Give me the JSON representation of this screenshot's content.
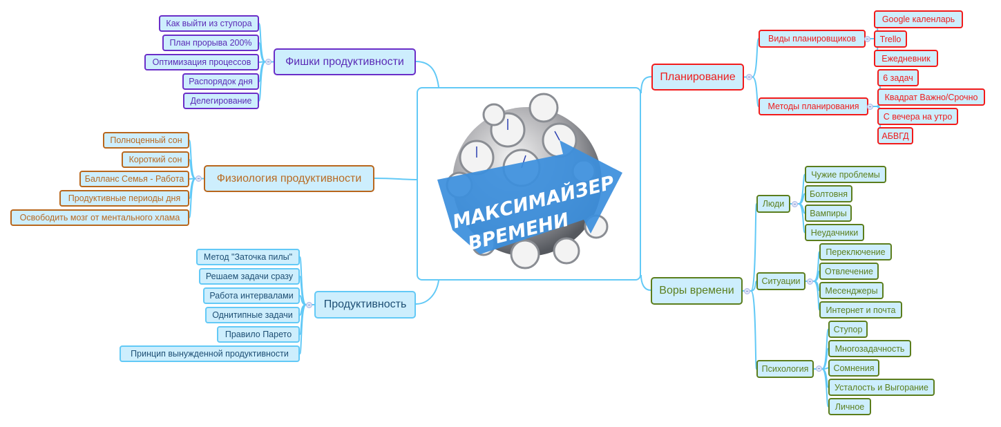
{
  "central": {
    "title_line1": "МАКСИМАЙЗЕР",
    "title_line2": "ВРЕМЕНИ",
    "image": "clock-sphere-with-arrow"
  },
  "colors": {
    "node_fill": "#cdeefd",
    "connector": "#62c9f6",
    "purple": "#6a2ec8",
    "orange": "#b8661c",
    "blue": "#62c9f6",
    "red": "#f21a1a",
    "green": "#5b7d1c"
  },
  "topics": {
    "fishki": {
      "label": "Фишки продуктивности",
      "children": [
        "Как выйти из ступора",
        "План прорыва 200%",
        "Оптимизация процессов",
        "Распорядок дня",
        "Делегирование"
      ]
    },
    "fiziologiya": {
      "label": "Физиология продуктивности",
      "children": [
        "Полноценный сон",
        "Короткий сон",
        "Балланс Семья - Работа",
        "Продуктивные периоды дня",
        "Освободить мозг от ментального хлама"
      ]
    },
    "produktivnost": {
      "label": "Продуктивность",
      "children": [
        "Метод \"Заточка пилы\"",
        "Решаем задачи сразу",
        "Работа интервалами",
        "Однитипные задачи",
        "Правило Парето",
        "Принцип вынужденной продуктивности"
      ]
    },
    "planirovanie": {
      "label": "Планирование",
      "subtopics": [
        {
          "label": "Виды планировщиков",
          "children": [
            "Google каленларь",
            "Trello",
            "Ежедневник"
          ]
        },
        {
          "label": "Методы планирования",
          "children": [
            "6 задач",
            "Квадрат Важно/Срочно",
            "С вечера на утро",
            "АБВГД"
          ]
        }
      ]
    },
    "vory": {
      "label": "Воры времени",
      "subtopics": [
        {
          "label": "Люди",
          "children": [
            "Чужие проблемы",
            "Болтовня",
            "Вампиры",
            "Неудачники"
          ]
        },
        {
          "label": "Ситуации",
          "children": [
            "Переключение",
            "Отвлечение",
            "Месенджеры",
            "Интернет и почта"
          ]
        },
        {
          "label": "Психология",
          "children": [
            "Ступор",
            "Многозадачность",
            "Сомнения",
            "Усталость и Выгорание",
            "Личное"
          ]
        }
      ]
    }
  }
}
